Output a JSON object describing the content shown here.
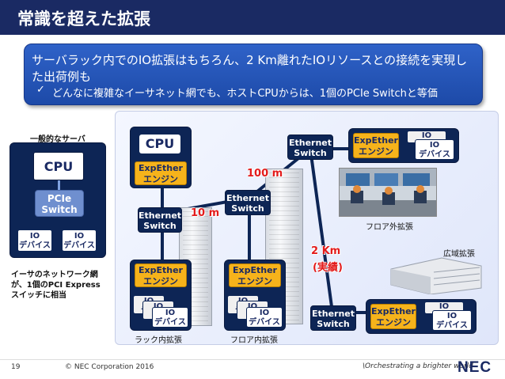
{
  "slide": {
    "title": "常識を超えた拡張",
    "callout": {
      "line1": "サーバラック内でのIO拡張はもちろん、2 Km離れたIOリソースとの接続を実現し",
      "line2": "た出荷例も",
      "check": "✓",
      "line3": "どんなに複雑なイーサネット網でも、ホストCPUからは、1個のPCIe Switchと等価"
    }
  },
  "left_server": {
    "heading": "一般的なサーバ",
    "cpu": "CPU",
    "pcie": [
      "PCIe",
      "Switch"
    ],
    "io": [
      "IO",
      "デバイス"
    ],
    "note": [
      "イーサのネットワーク網",
      "が、1個のPCI Express",
      "スイッチに相当"
    ]
  },
  "diagram": {
    "cpu": "CPU",
    "expether": [
      "ExpEther",
      "エンジン"
    ],
    "ethernet": [
      "Ethernet",
      "Switch"
    ],
    "io": [
      "IO",
      "デバイス"
    ],
    "io_short": "IO",
    "io_partial": "デバ",
    "distance_10m": "10 m",
    "distance_100m": "100 m",
    "distance_2km": "2 Km",
    "distance_2km_note": "(実績)",
    "caption_rack": "ラック内拡張",
    "caption_floor": "フロア内拡張",
    "caption_outside": "フロア外拡張",
    "caption_wide": "広域拡張"
  },
  "footer": {
    "page": "19",
    "copyright": "© NEC Corporation 2016",
    "tagline": "\\Orchestrating a brighter world",
    "logo": "NEC"
  },
  "colors": {
    "title_bar": "#1a2a63",
    "callout": "#2f62c8",
    "expether": "#f6b31b",
    "dark_box": "#0d2555",
    "distance": "#e31b1b"
  }
}
